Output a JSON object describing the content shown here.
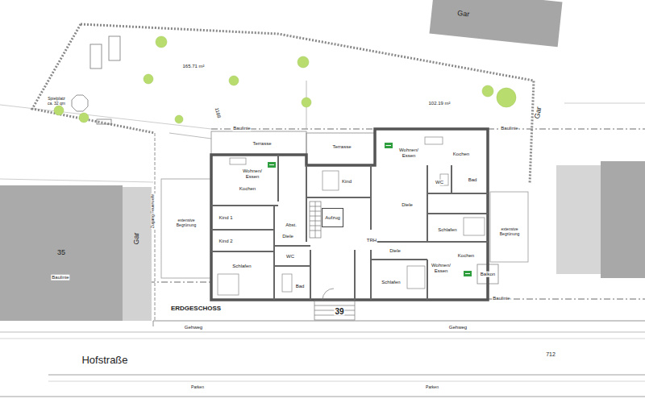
{
  "diagram": {
    "nodes": [
      {
        "text": [
          "Gar"
        ]
      },
      {
        "text": [
          "35"
        ]
      },
      {
        "text": [
          "Aufzug"
        ]
      }
    ],
    "labels": [
      "Spielplatz ca. 32 qm",
      "165.71 m²",
      "102.19 m²",
      "1188",
      "Baulinie",
      "Baulinie",
      "Baulinie",
      "Baulinie",
      "Terrasse",
      "Terrasse",
      "Wohnen/ Essen",
      "Kochen",
      "Wohnen/ Essen",
      "Kochen",
      "Kind 1",
      "Kind 2",
      "Kind",
      "Abst.",
      "Diele",
      "TRH",
      "Diele",
      "WC",
      "Bad",
      "Schlafen",
      "Diele",
      "WC",
      "Schlafen",
      "Bad",
      "Schlafen",
      "Wohnen/ Essen",
      "Kochen",
      "Balkon",
      "Zugang Feuerwehr",
      "extensive Begrünung",
      "extensive Begrünung",
      "Gar",
      "Gar",
      "ERDGESCHOSS",
      "39",
      "Gehweg",
      "Gehweg",
      "Hofstraße",
      "712",
      "Parken",
      "Parken"
    ]
  }
}
